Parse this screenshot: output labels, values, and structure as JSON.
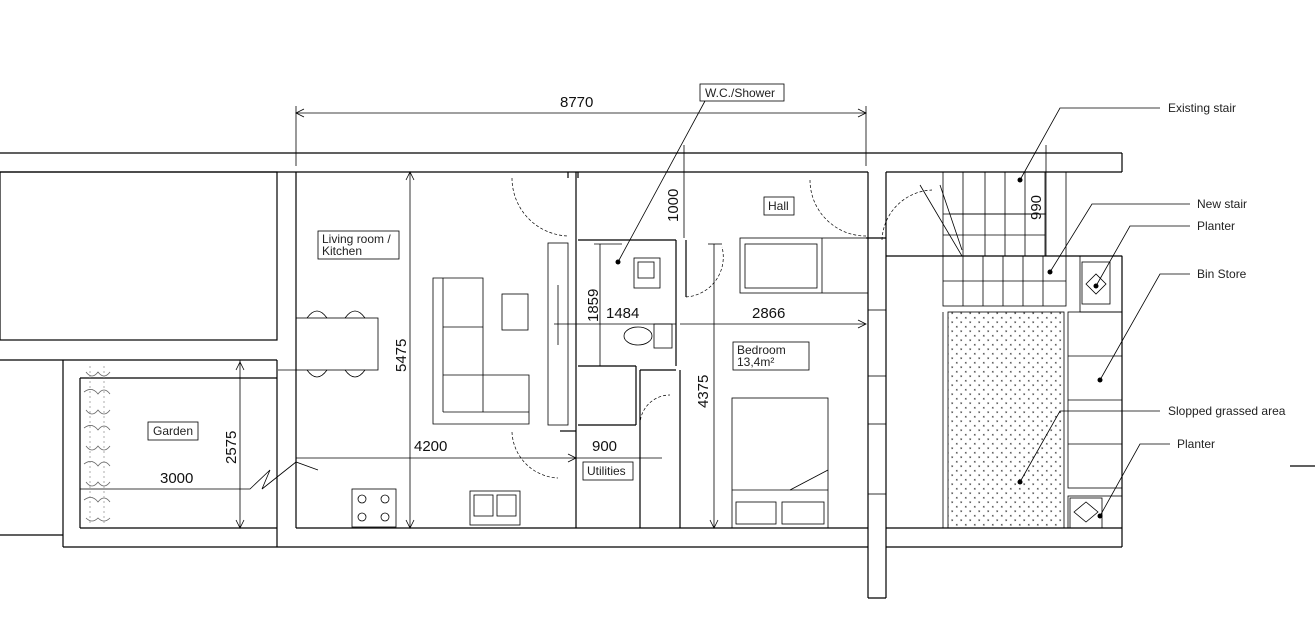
{
  "rooms": {
    "living": "Living room /\nKitchen",
    "hall": "Hall",
    "wc": "W.C./Shower",
    "bedroom": "Bedroom",
    "bedroom_area": "13,4m²",
    "garden": "Garden",
    "utilities": "Utilities"
  },
  "callouts": {
    "existing_stair": "Existing stair",
    "new_stair": "New stair",
    "planter_top": "Planter",
    "bin_store": "Bin Store",
    "slopped_grass": "Slopped grassed area",
    "planter_bottom": "Planter"
  },
  "dimensions": {
    "overall_width": "8770",
    "hall_depth": "1000",
    "wc_depth": "1859",
    "wc_width": "1484",
    "bedroom_width": "2866",
    "living_depth": "5475",
    "bedroom_depth": "4375",
    "living_width": "4200",
    "utilities_width": "900",
    "garden_width": "3000",
    "garden_depth": "2575",
    "stair_depth": "990"
  }
}
